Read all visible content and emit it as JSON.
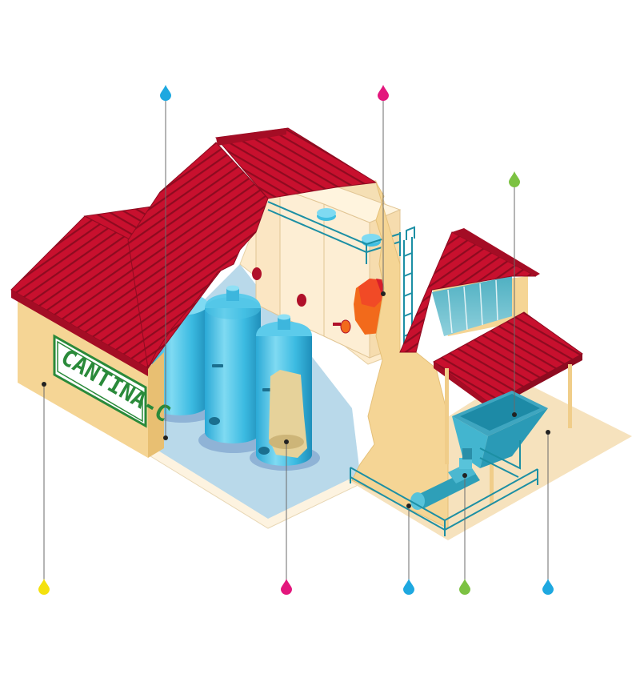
{
  "sign": {
    "text": "CANTINA-C"
  },
  "colors": {
    "roof": "#c8102e",
    "roof_dark": "#8e0b20",
    "wall": "#f5d595",
    "wall_shade": "#e8bf72",
    "interior_wall": "#fdebcc",
    "floor": "#b9d9ea",
    "tank": "#4cc3e6",
    "tank_dark": "#1f9ec8",
    "sign_green": "#2a8a3a",
    "flame": "#f26a1b",
    "pin_cyan": "#1ea8e0",
    "pin_magenta": "#e3177d",
    "pin_yellow": "#f4e10d",
    "pin_green": "#7cc242"
  },
  "markers": [
    {
      "name": "building-wall",
      "color": "pin_yellow",
      "icon": "drop-icon"
    },
    {
      "name": "steel-tanks",
      "color": "pin_cyan",
      "icon": "drop-icon"
    },
    {
      "name": "fermenting-tank",
      "color": "pin_magenta",
      "icon": "drop-icon"
    },
    {
      "name": "wood-vats",
      "color": "pin_magenta",
      "icon": "drop-icon"
    },
    {
      "name": "crusher",
      "color": "pin_cyan",
      "icon": "drop-icon"
    },
    {
      "name": "destemmer",
      "color": "pin_green",
      "icon": "drop-icon"
    },
    {
      "name": "receiving-hopper",
      "color": "pin_green",
      "icon": "drop-icon"
    },
    {
      "name": "loading-yard",
      "color": "pin_cyan",
      "icon": "drop-icon"
    }
  ]
}
